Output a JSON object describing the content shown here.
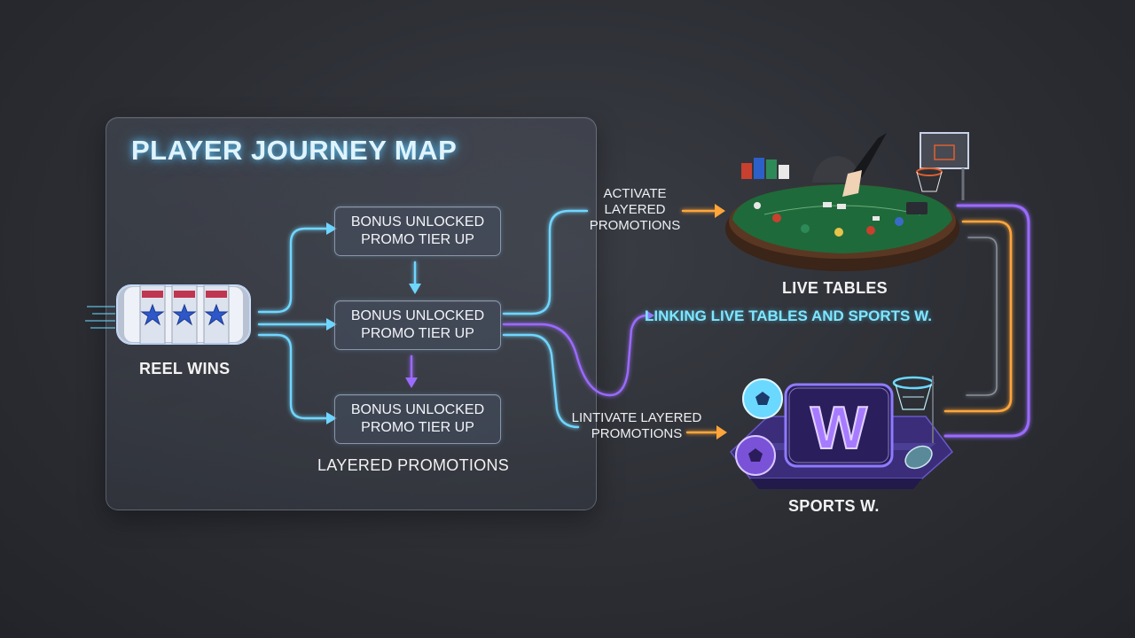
{
  "diagram": {
    "title": "PLAYER JOURNEY MAP",
    "source_label": "REEL WINS",
    "steps": [
      {
        "line1": "BONUS UNLOCKED",
        "line2": "PROMO TIER UP"
      },
      {
        "line1": "BONUS UNLOCKED",
        "line2": "PROMO TIER UP"
      },
      {
        "line1": "BONUS UNLOCKED",
        "line2": "PROMO TIER UP"
      }
    ],
    "steps_caption": "LAYERED PROMOTIONS",
    "edge_top": {
      "line1": "ACTIVATE",
      "line2": "LAYERED",
      "line3": "PROMOTIONS"
    },
    "edge_bottom": {
      "line1": "LINTIVATE LAYERED",
      "line2": "PROMOTIONS"
    },
    "link_label": "LINKING LIVE TABLES AND SPORTS W.",
    "destinations": {
      "live_tables": "LIVE TABLES",
      "sports": "SPORTS W.",
      "sports_logo_letter": "W"
    },
    "icons": [
      "slot-reel-icon",
      "casino-table-icon",
      "sports-w-icon"
    ],
    "colors": {
      "cyan": "#6fd6ff",
      "purple": "#9b6bff",
      "orange": "#ffa53a",
      "background": "#2c2e34"
    }
  }
}
